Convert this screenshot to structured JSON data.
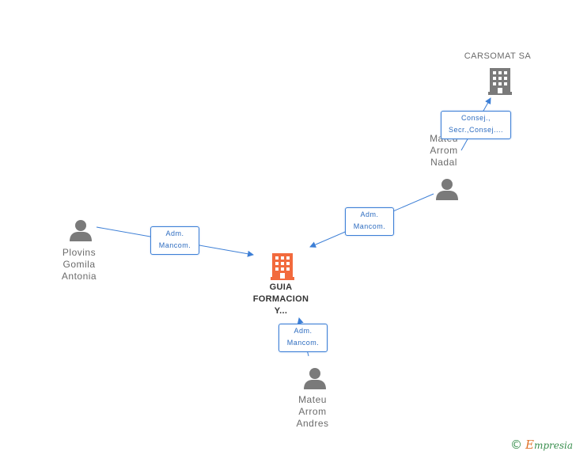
{
  "nodes": {
    "center_company": {
      "lines": [
        "GUIA",
        "FORMACION",
        "Y..."
      ]
    },
    "carsomat": {
      "lines": [
        "CARSOMAT SA"
      ]
    },
    "mateu_nadal": {
      "lines": [
        "Mateu",
        "Arrom",
        "Nadal"
      ]
    },
    "plovins": {
      "lines": [
        "Plovins",
        "Gomila",
        "Antonia"
      ]
    },
    "mateu_andres": {
      "lines": [
        "Mateu",
        "Arrom",
        "Andres"
      ]
    }
  },
  "relations": {
    "plovins_to_center": {
      "lines": [
        "Adm.",
        "Mancom."
      ]
    },
    "nadal_to_center": {
      "lines": [
        "Adm.",
        "Mancom."
      ]
    },
    "nadal_to_carsomat": {
      "lines": [
        "Consej.,",
        "Secr.,Consej...."
      ]
    },
    "andres_to_center": {
      "lines": [
        "Adm.",
        "Mancom."
      ]
    }
  },
  "colors": {
    "edge": "#3d7fd6",
    "company_main": "#f26a3d",
    "company_other": "#7a7a7a",
    "person": "#7a7a7a"
  },
  "brand": {
    "copyright": "©",
    "name_initial": "E",
    "name_rest": "mpresia"
  }
}
